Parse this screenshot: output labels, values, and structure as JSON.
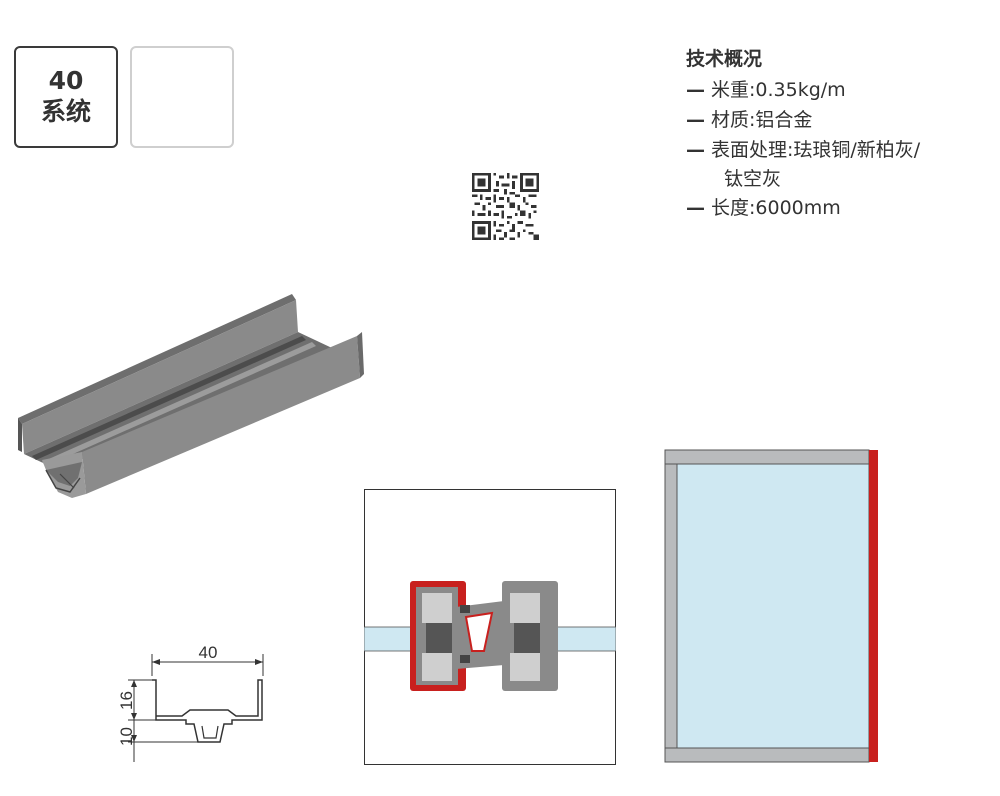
{
  "badge": {
    "number": "40",
    "label": "系统"
  },
  "specs": {
    "title": "技术概况",
    "dash": "—",
    "weight": "米重:0.35kg/m",
    "material": "材质:铝合金",
    "finish": "表面处理:珐琅铜/新柏灰/",
    "finish_cont": "钛空灰",
    "length": "长度:6000mm"
  },
  "dimensions": {
    "width": "40",
    "height_upper": "16",
    "height_lower": "10"
  },
  "colors": {
    "accent_red": "#c8201e",
    "glass": "#cfe8f2",
    "profile_gray": "#8c8c8c",
    "frame_gray": "#b9bbbd",
    "text": "#333333"
  }
}
